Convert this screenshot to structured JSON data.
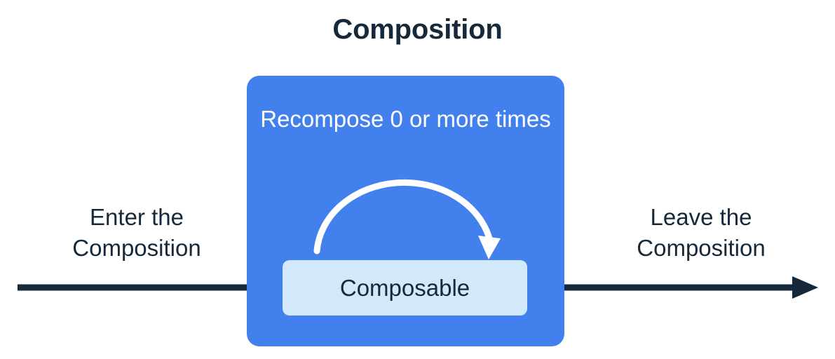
{
  "diagram": {
    "title": "Composition",
    "background_color": "#ffffff",
    "title_color": "#16293a",
    "panel": {
      "name": "Composition",
      "fill_color": "#4280ee",
      "loop_label": "Recompose 0 or more times",
      "loop_label_color": "#ffffff",
      "loop_arrow": {
        "name": "recompose-loop-arrow",
        "color": "#ffffff",
        "direction": "clockwise"
      },
      "inner_node": {
        "label": "Composable",
        "fill_color": "#d2e9fb",
        "text_color": "#16293a"
      }
    },
    "flows": [
      {
        "id": "enter",
        "label_line1": "Enter the",
        "label_line2": "Composition",
        "arrow_color": "#16293a",
        "direction": "right"
      },
      {
        "id": "leave",
        "label_line1": "Leave the",
        "label_line2": "Composition",
        "arrow_color": "#16293a",
        "direction": "right"
      }
    ]
  }
}
